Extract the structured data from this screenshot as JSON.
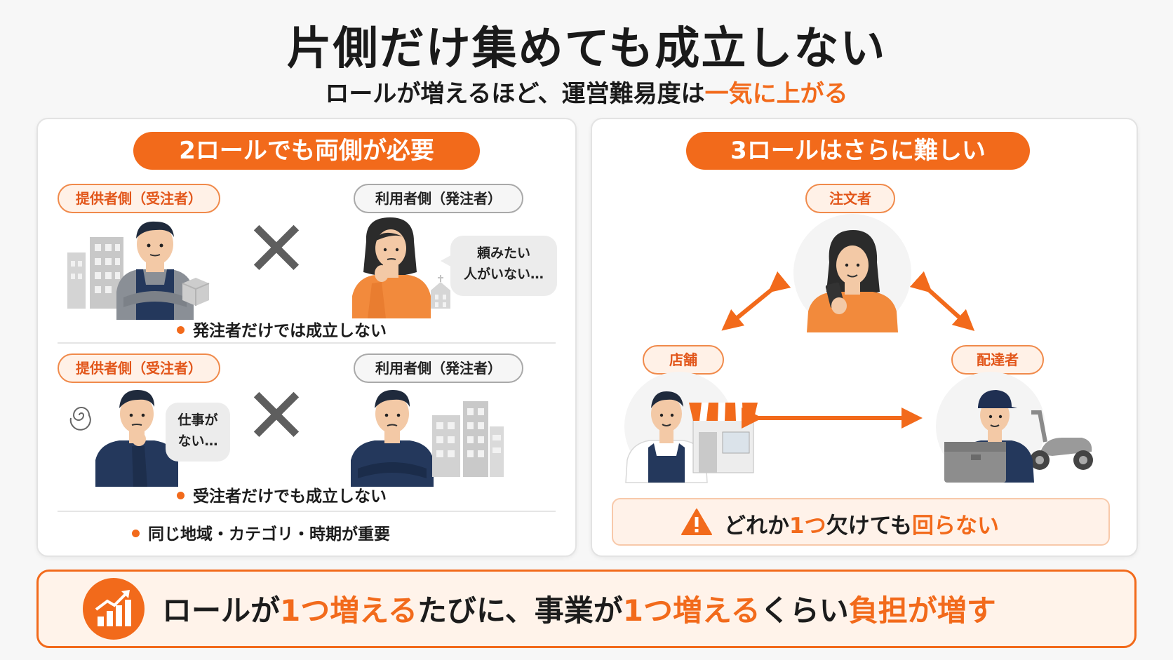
{
  "header": {
    "title": "片側だけ集めても成立しない",
    "subtitle_pre": "ロールが増えるほど、運営難易度は",
    "subtitle_accent": "一気に上がる"
  },
  "left_panel": {
    "heading": "2ロールでも両側が必要",
    "top": {
      "provider_tag": "提供者側（受注者）",
      "user_tag": "利用者側（発注者）",
      "bubble_line1": "頼みたい",
      "bubble_line2": "人がいない…",
      "note": "発注者だけでは成立しない"
    },
    "bottom": {
      "provider_tag": "提供者側（受注者）",
      "user_tag": "利用者側（発注者）",
      "bubble_line1": "仕事が",
      "bubble_line2": "ない…",
      "note": "受注者だけでも成立しない"
    },
    "footer_note": "同じ地域・カテゴリ・時期が重要"
  },
  "right_panel": {
    "heading": "3ロールはさらに難しい",
    "role_customer": "注文者",
    "role_store": "店舗",
    "role_courier": "配達者",
    "warning_pre": "どれか",
    "warning_accent1": "1つ",
    "warning_mid": "欠けても",
    "warning_accent2": "回らない"
  },
  "bottom_banner": {
    "p1": "ロールが",
    "a1": "1つ増える",
    "p2": "たびに、",
    "p3": "事業が",
    "a2": "1つ増える",
    "p4": "くらい",
    "a3": "負担が増す"
  },
  "colors": {
    "accent": "#f26a1b",
    "navy": "#24385c",
    "gray_building": "#cfcfcf"
  }
}
